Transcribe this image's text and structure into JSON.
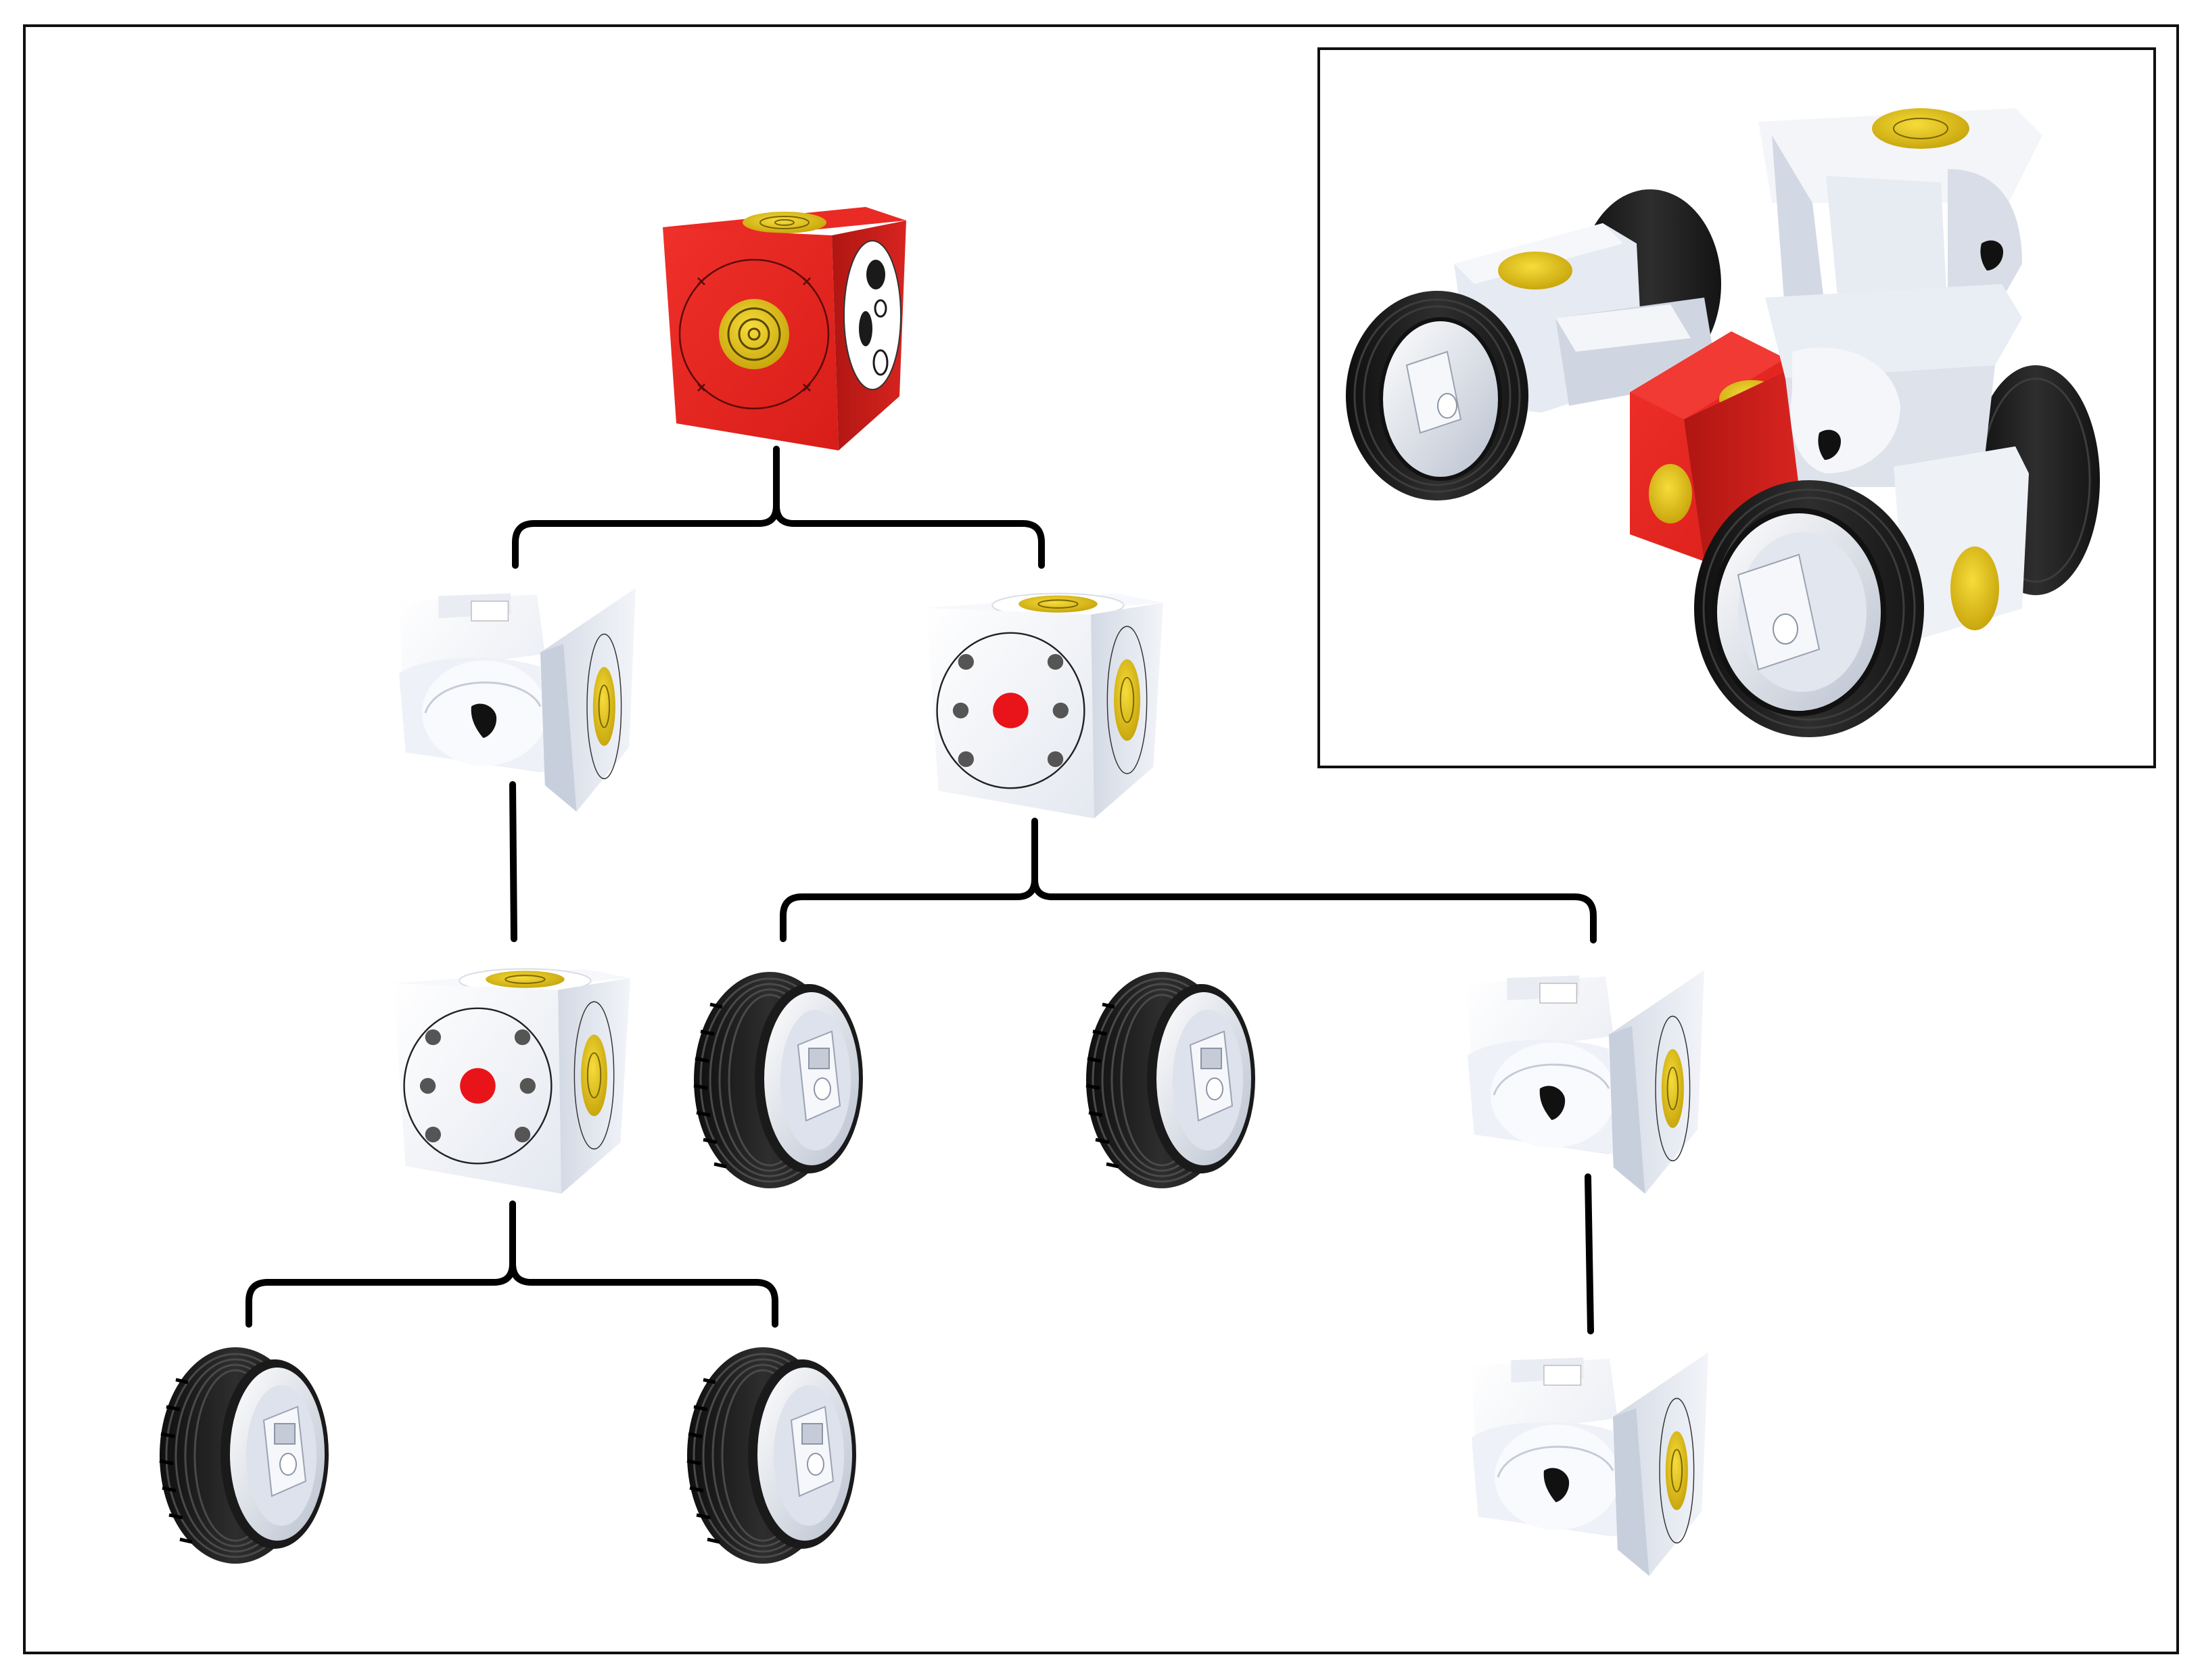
{
  "colors": {
    "background": "#ffffff",
    "frame": "#111111",
    "connector": "#000000",
    "root_module_red": "#e8231e",
    "root_module_red_dark": "#a81410",
    "module_white": "#f4f6fb",
    "module_shade": "#c9d0dc",
    "module_shade_dark": "#a8b2c2",
    "connector_yellow": "#e0bf17",
    "connector_yellow_dark": "#8e7a08",
    "tire_black": "#1d1d1d",
    "tire_tread": "#3a3a3a",
    "rim_light": "#eef1f7",
    "port_dark": "#555555",
    "port_red": "#e8141a"
  },
  "tree": {
    "root": {
      "type": "red-core-module",
      "icon": "red-cube-module-icon"
    },
    "nodes": [
      {
        "id": "hinge-left",
        "type": "hinge-module",
        "parent": "root"
      },
      {
        "id": "brick-right",
        "type": "brick-module",
        "parent": "root"
      },
      {
        "id": "brick-lower-left",
        "type": "brick-module",
        "parent": "hinge-left"
      },
      {
        "id": "wheel-a",
        "type": "wheel-module",
        "parent": "brick-right"
      },
      {
        "id": "wheel-b",
        "type": "wheel-module",
        "parent": "brick-right"
      },
      {
        "id": "hinge-right",
        "type": "hinge-module",
        "parent": "brick-right"
      },
      {
        "id": "hinge-bottom-right",
        "type": "hinge-module",
        "parent": "hinge-right"
      },
      {
        "id": "wheel-c",
        "type": "wheel-module",
        "parent": "brick-lower-left"
      },
      {
        "id": "wheel-d",
        "type": "wheel-module",
        "parent": "brick-lower-left"
      }
    ]
  },
  "inset": {
    "content": "assembled-robot-render"
  }
}
